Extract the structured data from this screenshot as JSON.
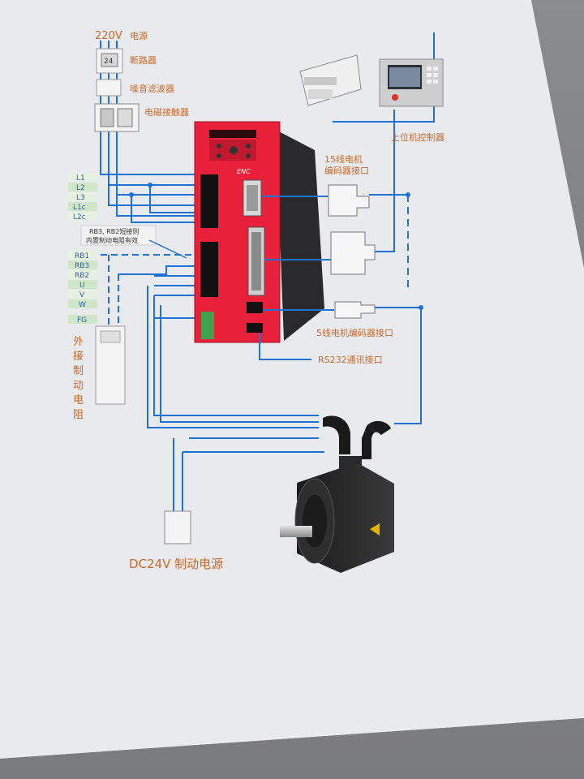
{
  "power": {
    "voltage": "220V",
    "source_label": "电源",
    "breaker_label": "断路器",
    "noise_filter_label": "噪音滤波器",
    "contactor_label": "电磁接触器"
  },
  "terminals_main": [
    "L1",
    "L2",
    "L3",
    "L1c",
    "L2c"
  ],
  "terminals_out": [
    "RB1",
    "RB3",
    "RB2",
    "U",
    "V",
    "W",
    "FG"
  ],
  "note": {
    "line1": "RB3, RB2短接则",
    "line2": "内置制动电阻有效"
  },
  "external_resistor_label": [
    "外",
    "接",
    "制",
    "动",
    "电",
    "阻"
  ],
  "drive": {
    "brand": "ENC"
  },
  "encoder15": {
    "line1": "15线电机",
    "line2": "编码器接口"
  },
  "controller_label": "上位机控制器",
  "encoder5_label": "5线电机编码器接口",
  "rs232_label": "RS232通讯接口",
  "brake_supply_label": "DC24V 制动电源",
  "colors": {
    "wire": "#1e73d2",
    "label_orange": "#c86a2a",
    "drive_red": "#e8203a",
    "drive_dark": "#2a2a2c",
    "terminal_green_tag": "#bfe0b8"
  }
}
